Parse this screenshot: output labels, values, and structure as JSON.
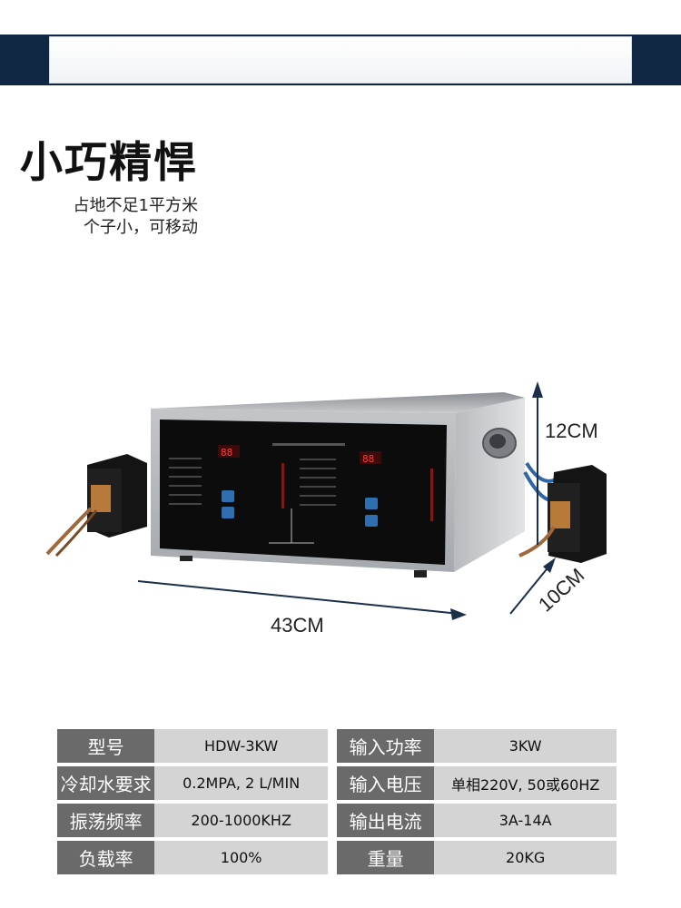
{
  "headline": "小巧精悍",
  "sublines": [
    "占地不足1平方米",
    "个子小，可移动"
  ],
  "dimensions": {
    "height": "12CM",
    "width": "43CM",
    "depth": "10CM"
  },
  "colors": {
    "banner": "#0f2742",
    "key_cell": "#6a6a6a",
    "value_cell": "#d4d4d4"
  },
  "specs": [
    {
      "k1": "型号",
      "v1": "HDW-3KW",
      "k2": "输入功率",
      "v2": "3KW"
    },
    {
      "k1": "冷却水要求",
      "v1": "0.2MPA, 2 L/MIN",
      "k2": "输入电压",
      "v2": "单相220V, 50或60HZ"
    },
    {
      "k1": "振荡频率",
      "v1": "200-1000KHZ",
      "k2": "输出电流",
      "v2": "3A-14A"
    },
    {
      "k1": "负载率",
      "v1": "100%",
      "k2": "重量",
      "v2": "20KG"
    }
  ]
}
